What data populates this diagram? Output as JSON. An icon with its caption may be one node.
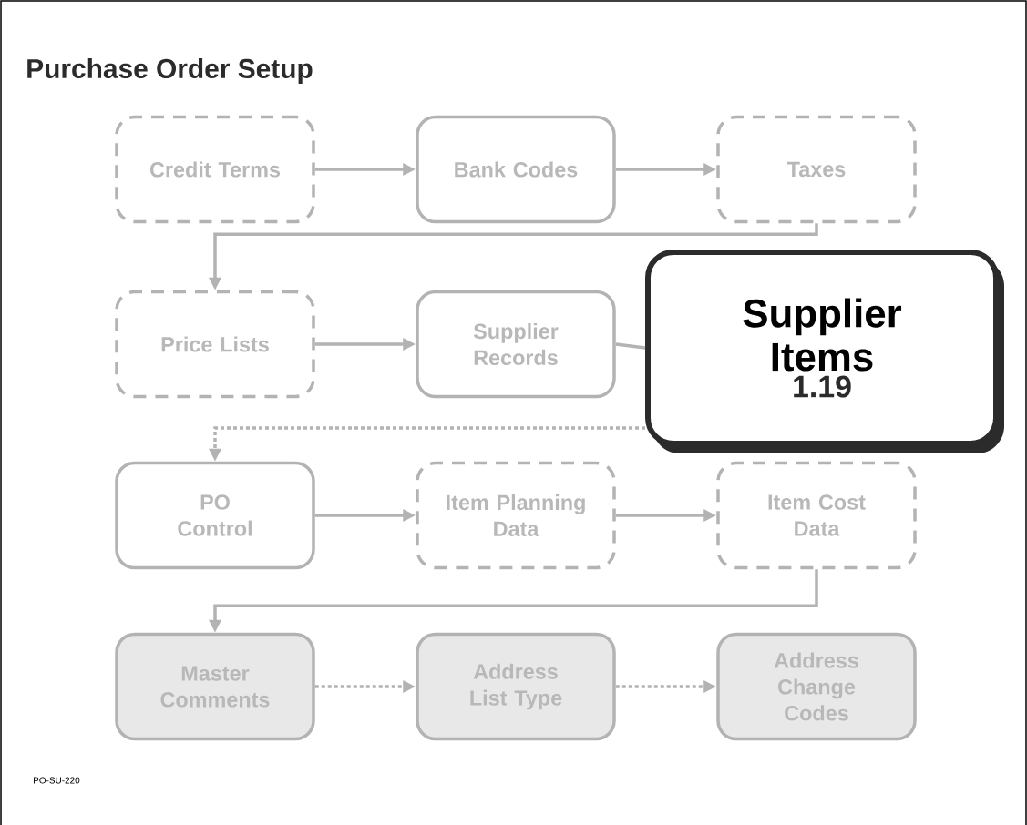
{
  "diagram": {
    "title": "Purchase Order Setup",
    "nodes": [
      {
        "text": [
          "Credit Terms"
        ]
      },
      {
        "text": [
          "Bank Codes"
        ]
      },
      {
        "text": [
          "Taxes"
        ]
      },
      {
        "text": [
          "Price Lists"
        ]
      },
      {
        "text": [
          "Supplier Records"
        ]
      },
      {
        "text": [
          "Supplier Items",
          "1.19"
        ]
      },
      {
        "text": [
          "PO Control"
        ]
      },
      {
        "text": [
          "Item Planning Data"
        ]
      },
      {
        "text": [
          "Item Cost Data"
        ]
      },
      {
        "text": [
          "Master Comments"
        ]
      },
      {
        "text": [
          "Address List Type"
        ]
      },
      {
        "text": [
          "Address Change Codes"
        ]
      }
    ],
    "edges": [
      {
        "from": 0,
        "to": 1,
        "arrow": "to"
      },
      {
        "from": 1,
        "to": 2,
        "arrow": "to"
      },
      {
        "from": 2,
        "to": 3,
        "arrow": "to"
      },
      {
        "from": 3,
        "to": 4,
        "arrow": "to"
      },
      {
        "from": 4,
        "to": 5,
        "arrow": "none"
      },
      {
        "from": 5,
        "to": 6,
        "arrow": "to",
        "style": "dashed"
      },
      {
        "from": 6,
        "to": 7,
        "arrow": "to"
      },
      {
        "from": 7,
        "to": 8,
        "arrow": "to"
      },
      {
        "from": 8,
        "to": 9,
        "arrow": "to"
      },
      {
        "from": 9,
        "to": 10,
        "arrow": "to",
        "style": "dashed"
      },
      {
        "from": 10,
        "to": 11,
        "arrow": "to",
        "style": "dashed"
      }
    ],
    "labels": [
      "PO-SU-220"
    ]
  }
}
